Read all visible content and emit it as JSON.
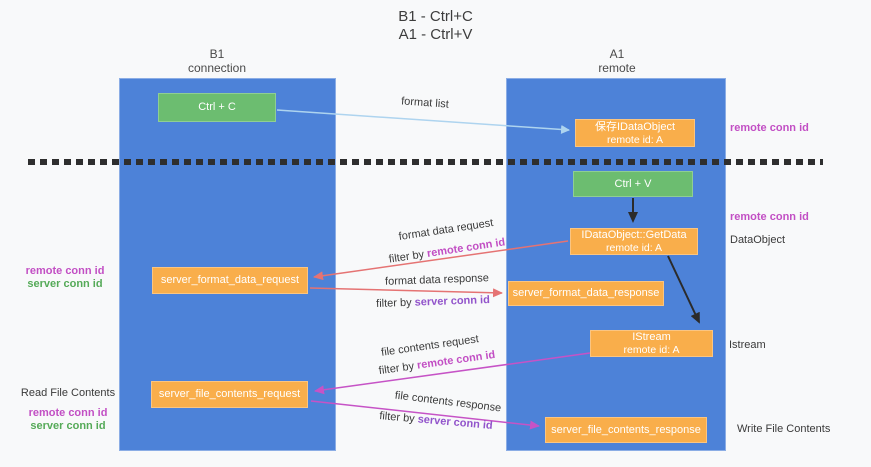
{
  "title": {
    "line1": "B1 - Ctrl+C",
    "line2": "A1 - Ctrl+V"
  },
  "lanes": {
    "left": {
      "name": "B1",
      "subtitle": "connection"
    },
    "right": {
      "name": "A1",
      "subtitle": "remote"
    }
  },
  "nodes": {
    "ctrl_c": "Ctrl + C",
    "ctrl_v": "Ctrl + V",
    "save_idataobject": {
      "line1": "保存IDataObject",
      "line2": "remote id: A"
    },
    "getdata": {
      "line1": "IDataObject::GetData",
      "line2": "remote id: A"
    },
    "istream": {
      "line1": "IStream",
      "line2": "remote id: A"
    },
    "format_request": "server_format_data_request",
    "format_response": "server_format_data_response",
    "file_request": "server_file_contents_request",
    "file_response": "server_file_contents_response"
  },
  "labels": {
    "format_list": "format list",
    "format_data_request": "format data request",
    "format_data_response": "format data response",
    "file_contents_request": "file contents request",
    "file_contents_response": "file contents response",
    "filter_by": "filter by",
    "remote_conn_id": "remote conn id",
    "server_conn_id": "server conn id",
    "read_file_contents": "Read File Contents",
    "write_file_contents": "Write File Contents",
    "dataobject": "DataObject",
    "istream_side": "Istream"
  },
  "colors": {
    "lane_blue": "#4d82d8",
    "box_orange": "#f9ae4b",
    "box_green": "#6cbd70",
    "arrow_red": "#e57373",
    "arrow_magenta": "#c653c6",
    "arrow_lightblue": "#aed4ef",
    "arrow_black": "#2b2b2b",
    "text_magenta": "#c24fc4",
    "text_purple": "#9254cb",
    "text_green": "#55aa58"
  }
}
